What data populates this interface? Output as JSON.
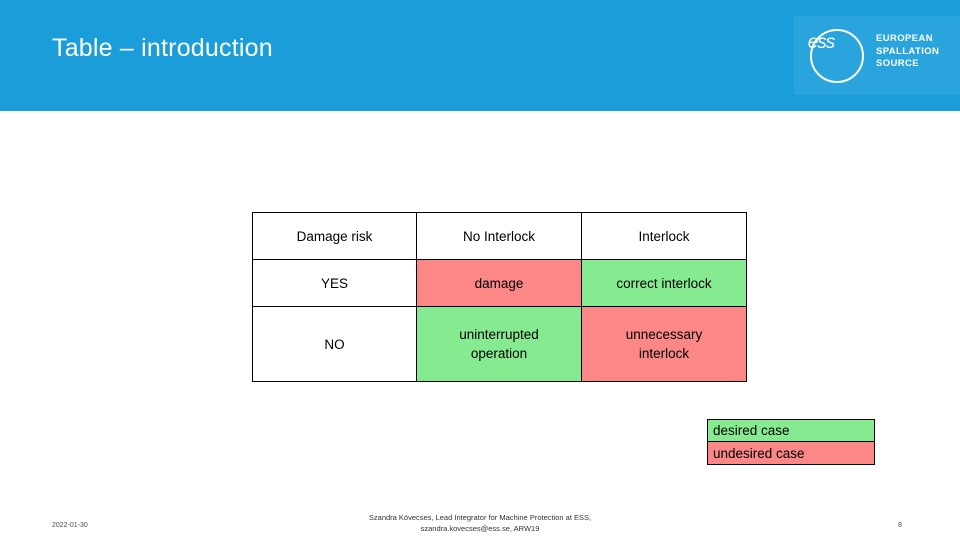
{
  "header": {
    "title": "Table – introduction",
    "band_color": "#1b9dd9",
    "logo": {
      "mark_text": "ess",
      "line1": "EUROPEAN",
      "line2": "SPALLATION",
      "line3": "SOURCE"
    }
  },
  "table": {
    "headers": [
      "Damage risk",
      "No Interlock",
      "Interlock"
    ],
    "rows": [
      {
        "label": "YES",
        "no_interlock": "damage",
        "interlock": "correct interlock"
      },
      {
        "label": "NO",
        "no_interlock_line1": "uninterrupted",
        "no_interlock_line2": "operation",
        "interlock_line1": "unnecessary",
        "interlock_line2": "interlock"
      }
    ]
  },
  "legend": {
    "desired": "desired case",
    "undesired": "undesired case",
    "desired_color": "#86ea90",
    "undesired_color": "#fb8787"
  },
  "footer": {
    "date": "2022-01-30",
    "credit_line1": "Szandra Kövecses, Lead Integrator for Machine Protection at ESS,",
    "credit_line2": "szandra.kovecses@ess.se, ARW19",
    "page_number": "8"
  }
}
